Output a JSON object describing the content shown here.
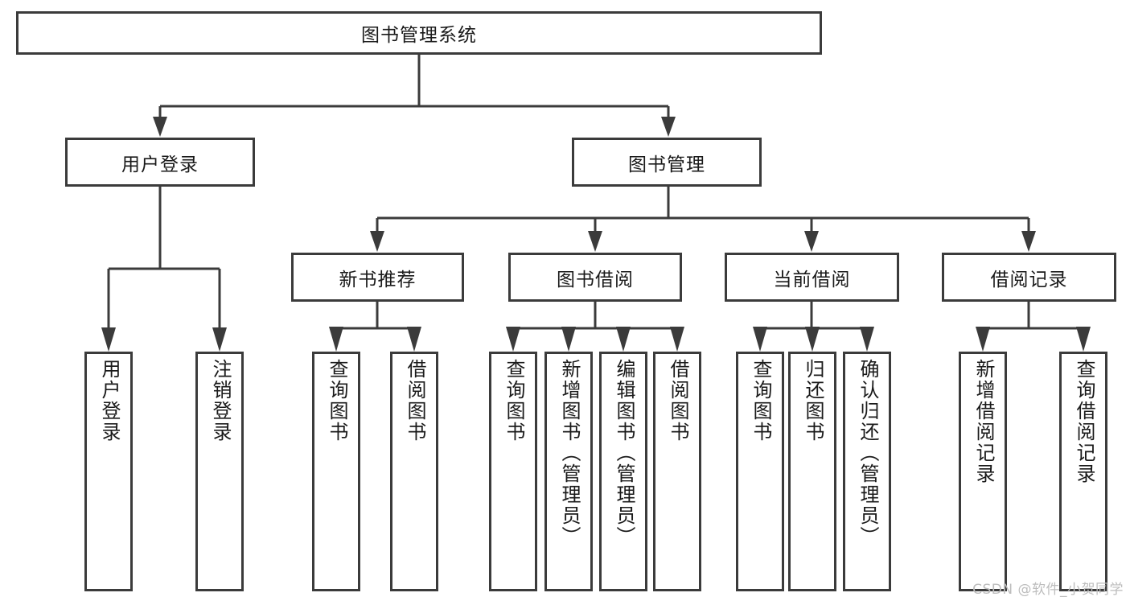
{
  "diagram": {
    "title": "图书管理系统",
    "watermark": "CSDN @软件_小贺同学",
    "level1": [
      {
        "id": "user-login",
        "label": "用户登录"
      },
      {
        "id": "book-manage",
        "label": "图书管理"
      }
    ],
    "level2": [
      {
        "id": "new-book-recommend",
        "label": "新书推荐"
      },
      {
        "id": "book-borrow",
        "label": "图书借阅"
      },
      {
        "id": "current-borrow",
        "label": "当前借阅"
      },
      {
        "id": "borrow-record",
        "label": "借阅记录"
      }
    ],
    "leaves": {
      "user-login": [
        {
          "id": "leaf-user-login",
          "label": "用户登录"
        },
        {
          "id": "leaf-user-logout",
          "label": "注销登录"
        }
      ],
      "new-book-recommend": [
        {
          "id": "leaf-query-book-1",
          "label": "查询图书"
        },
        {
          "id": "leaf-borrow-book-1",
          "label": "借阅图书"
        }
      ],
      "book-borrow": [
        {
          "id": "leaf-query-book-2",
          "label": "查询图书"
        },
        {
          "id": "leaf-add-book",
          "label": "新增图书（管理员）"
        },
        {
          "id": "leaf-edit-book",
          "label": "编辑图书（管理员）"
        },
        {
          "id": "leaf-borrow-book-2",
          "label": "借阅图书"
        }
      ],
      "current-borrow": [
        {
          "id": "leaf-query-book-3",
          "label": "查询图书"
        },
        {
          "id": "leaf-return-book",
          "label": "归还图书"
        },
        {
          "id": "leaf-confirm-return",
          "label": "确认归还（管理员）"
        }
      ],
      "borrow-record": [
        {
          "id": "leaf-add-record",
          "label": "新增借阅记录"
        },
        {
          "id": "leaf-query-record",
          "label": "查询借阅记录"
        }
      ]
    },
    "colors": {
      "stroke": "#3b3b3b",
      "fill": "#ffffff",
      "text": "#1a1a1a",
      "watermark": "#bdbdbd"
    }
  }
}
